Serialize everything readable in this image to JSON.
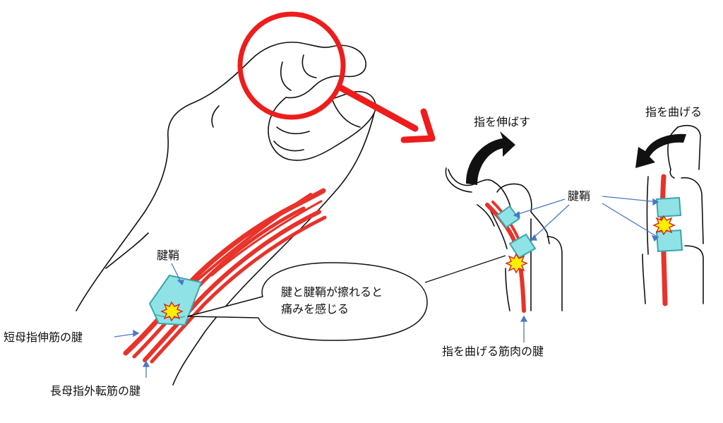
{
  "labels": {
    "tendon_sheath_left": "腱鞘",
    "tendon_sheath_right": "腱鞘",
    "epb_tendon": "短母指伸筋の腱",
    "apl_tendon": "長母指外転筋の腱",
    "extend_finger": "指を伸ばす",
    "bend_finger": "指を曲げる",
    "flexor_tendon": "指を曲げる筋肉の腱"
  },
  "bubble": {
    "line1": "腱と腱鞘が擦れると",
    "line2": "痛みを感じる"
  },
  "colors": {
    "tendon": "#e8322a",
    "sheath": "#8fe3e6",
    "sheath_stroke": "#3aa6a8",
    "highlight": "#ee1c1c",
    "pain": "#ffee00",
    "pointer": "#4a78c8"
  }
}
